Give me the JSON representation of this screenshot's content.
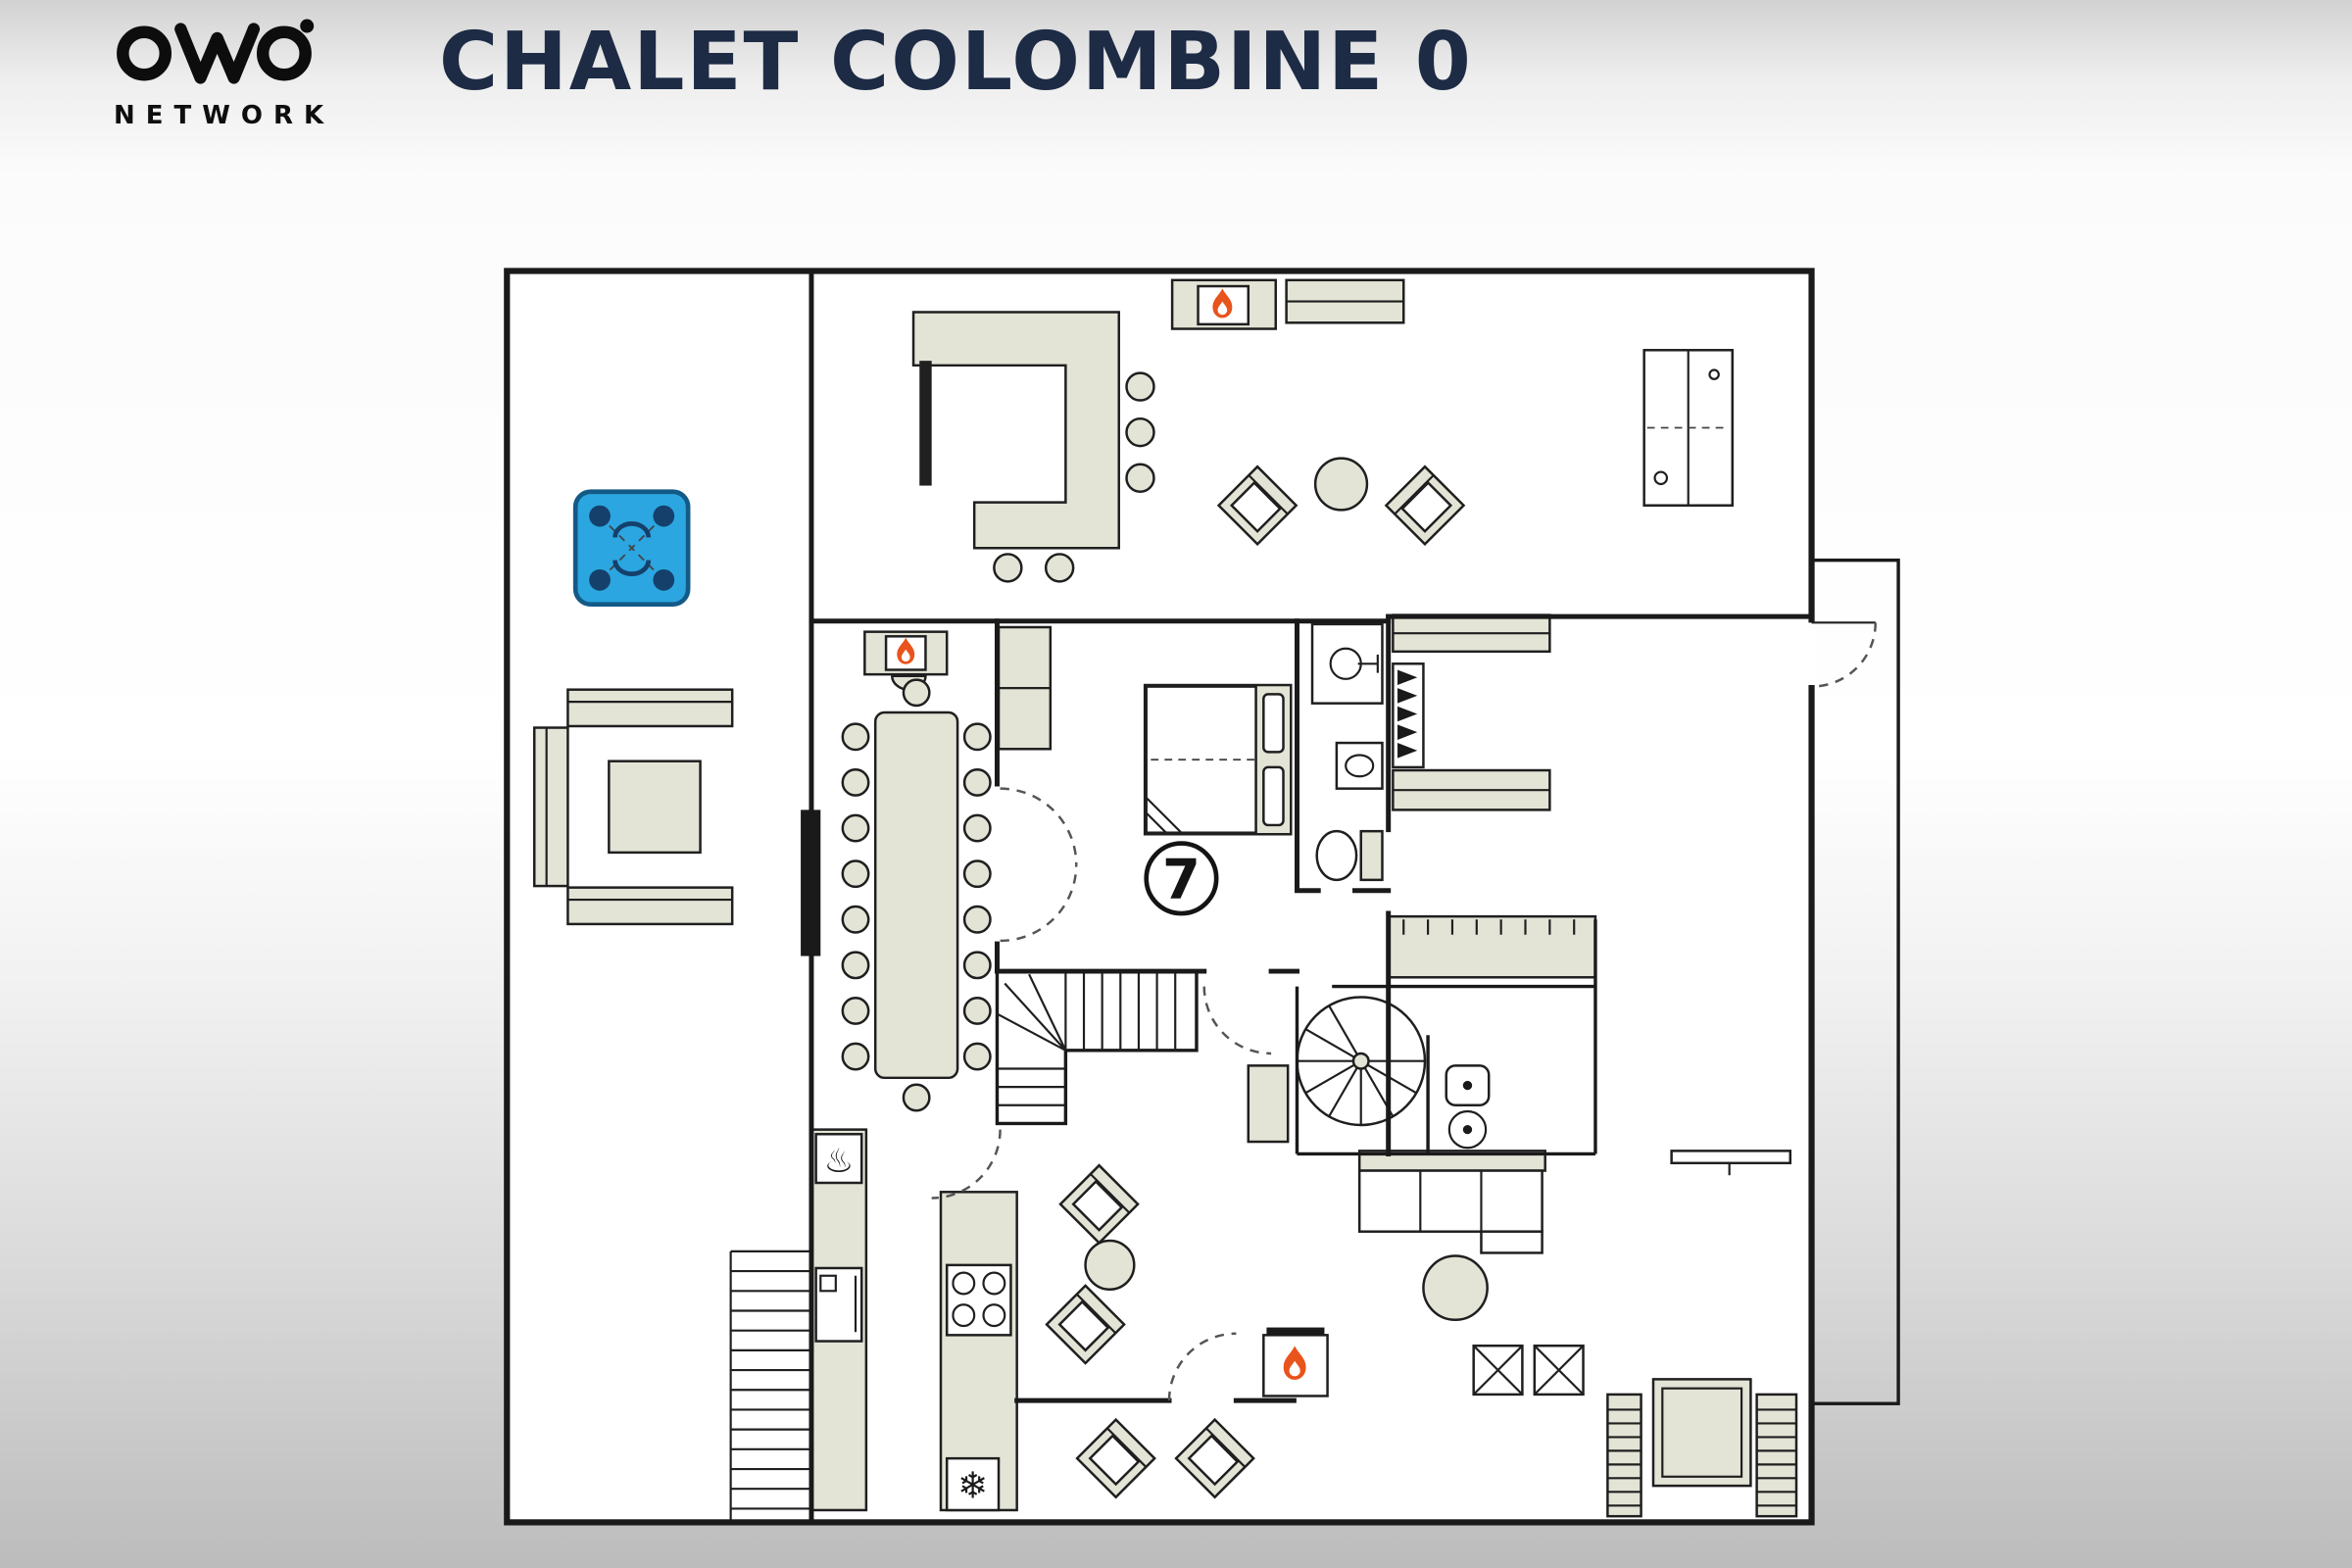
{
  "header": {
    "logo_name": "ovo-network-logo",
    "logo_subtitle": "NETWORK",
    "title": "CHALET COLOMBINE 0"
  },
  "plan": {
    "room_number": "7",
    "glyphs": {
      "snowflake": "❄",
      "steam": "♨"
    },
    "fixtures": [
      "hot-tub",
      "outdoor-bench",
      "outdoor-table",
      "outdoor-stairs",
      "kitchen-bar",
      "bar-stool",
      "fireplace",
      "sideboard",
      "armchair",
      "coffee-table",
      "wardrobe",
      "dining-fireplace",
      "dining-table",
      "dining-chair",
      "double-bed",
      "bathroom-vanity",
      "washbasin",
      "toilet",
      "storage-shelf",
      "ski-rack",
      "coat-bench",
      "spiral-staircase",
      "shower",
      "main-staircase",
      "kitchen-counter",
      "steam-oven",
      "fridge",
      "kitchen-island",
      "cooktop",
      "freezer",
      "wood-stove",
      "sofa",
      "side-table",
      "folding-stool",
      "entry-bench",
      "radiator",
      "annex-room",
      "door-swing"
    ]
  },
  "colors": {
    "title": "#1d2b45",
    "ink": "#1f1f1f",
    "wall": "#1a1a1a",
    "furniture": "#e3e3d6",
    "flame": "#e8541c",
    "tub": "#2ba6e0",
    "tub_line": "#145a86"
  }
}
